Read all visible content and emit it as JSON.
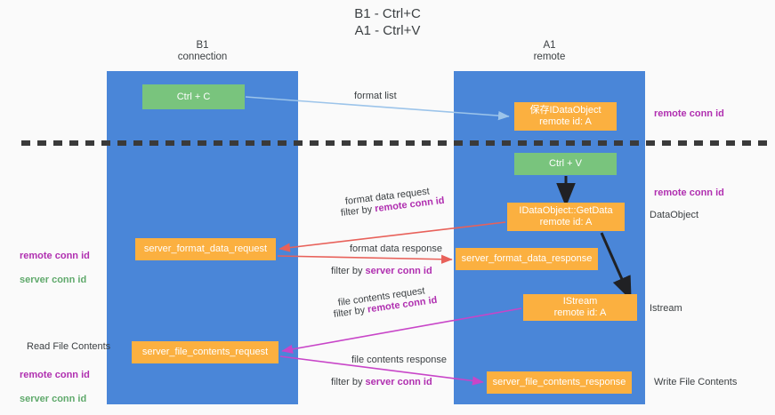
{
  "title": "B1 - Ctrl+C\nA1 - Ctrl+V",
  "columns": {
    "left": {
      "name": "B1",
      "role": "connection",
      "label": "B1\nconnection"
    },
    "right": {
      "name": "A1",
      "role": "remote",
      "label": "A1\nremote"
    }
  },
  "nodes": {
    "ctrl_c": "Ctrl + C",
    "save_idataobject": "保存IDataObject\nremote id: A",
    "ctrl_v": "Ctrl + V",
    "idataobject_getdata": "IDataObject::GetData\nremote id: A",
    "server_format_data_request": "server_format_data_request",
    "server_format_data_response": "server_format_data_response",
    "istream": "IStream\nremote id: A",
    "server_file_contents_request": "server_file_contents_request",
    "server_file_contents_response": "server_file_contents_response"
  },
  "captions": {
    "format_list": "format list",
    "format_data_request": "format data request",
    "filter_by": "filter by ",
    "remote_conn_id": "remote conn id",
    "server_conn_id": "server conn id",
    "format_data_response": "format data response",
    "file_contents_request": "file contents request",
    "file_contents_response": "file contents response"
  },
  "side_labels": {
    "right_remote_conn_id_top": "remote conn id",
    "right_remote_conn_id_mid": "remote conn id",
    "right_dataobject": "DataObject",
    "right_istream": "Istream",
    "right_write_file_contents": "Write File Contents",
    "left_remote_conn_id": "remote conn id",
    "left_server_conn_id": "server conn id",
    "left_read_file_contents": "Read File Contents",
    "left_remote_conn_id_2": "remote conn id",
    "left_server_conn_id_2": "server conn id"
  },
  "colors": {
    "lane": "#4a86d8",
    "green_node": "#79c47d",
    "orange_node": "#fbb040",
    "purple_text": "#b02fb0",
    "green_text": "#5fa96b",
    "red_arrow": "#e8615a",
    "magenta_arrow": "#c845c8",
    "light_blue_arrow": "#9cc4ea",
    "black_arrow": "#202124",
    "background": "#fafafa"
  }
}
